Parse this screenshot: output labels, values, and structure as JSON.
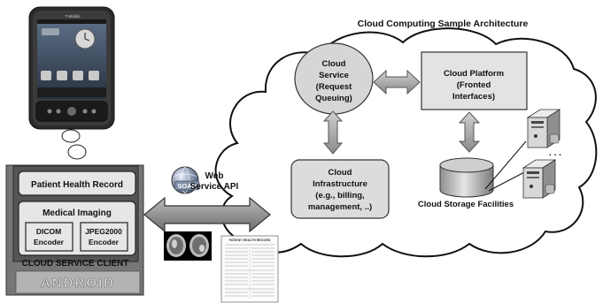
{
  "title": "Cloud Computing Sample Architecture",
  "cloud_service": [
    "Cloud",
    "Service",
    "(Request",
    "Queuing)"
  ],
  "cloud_platform": [
    "Cloud Platform",
    "(Fronted",
    "Interfaces)"
  ],
  "cloud_infrastructure": [
    "Cloud",
    "Infrastructure",
    "(e.g., billing,",
    "management, ..)"
  ],
  "cloud_storage": "Cloud Storage Facilities",
  "ellipsis": ". . .",
  "soap_badge": "SOAP",
  "web_service_api": [
    "Web",
    "Service API"
  ],
  "client": {
    "phr": "Patient Health Record",
    "medical_imaging": "Medical Imaging",
    "dicom": [
      "DICOM",
      "Encoder"
    ],
    "jpeg2000": [
      "JPEG2000",
      "Encoder"
    ],
    "footer": "CLOUD SERVICE CLIENT",
    "android": "ANDROID"
  },
  "document_title": "PATIENT HEALTH RECORD",
  "phone_carrier": "T-Mobile"
}
